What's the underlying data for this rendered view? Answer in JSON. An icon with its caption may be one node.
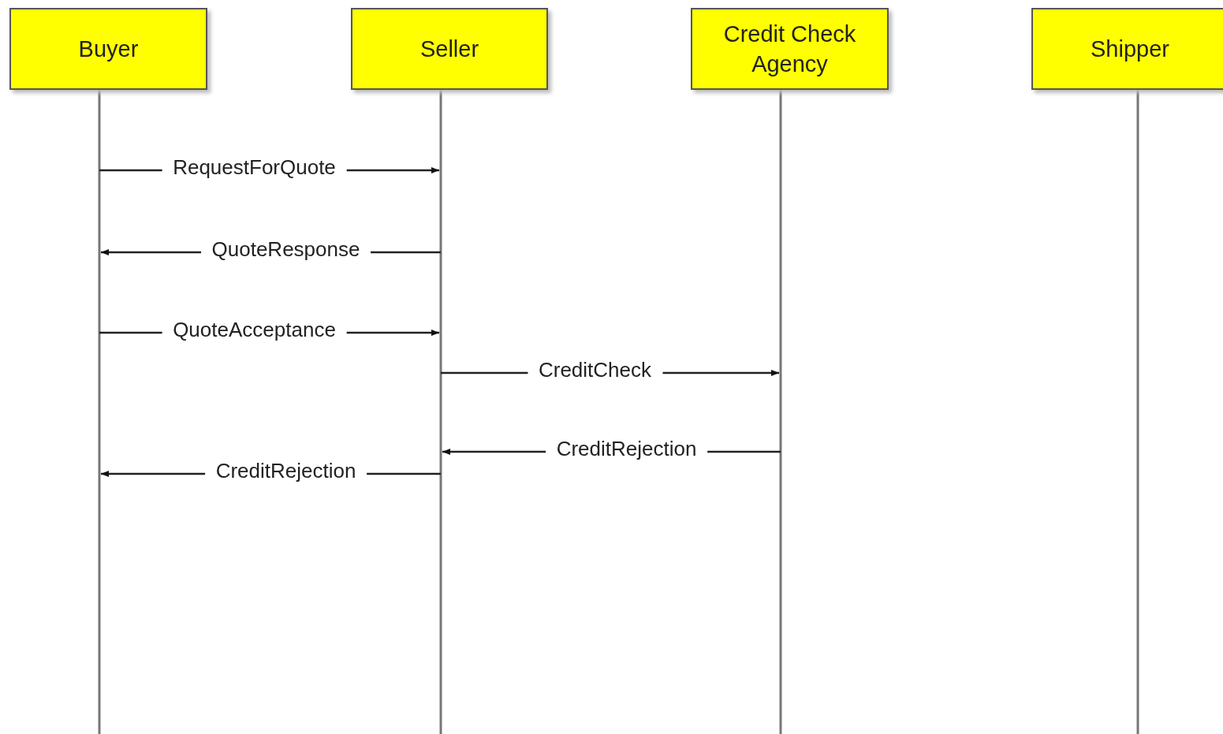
{
  "diagram": {
    "nodes": [
      {
        "text": [
          "Buyer"
        ]
      },
      {
        "text": [
          "Seller"
        ]
      },
      {
        "text": [
          "Credit Check Agency"
        ]
      },
      {
        "text": [
          "Shipper"
        ]
      }
    ],
    "edges": [
      {
        "from": 0,
        "to": 1,
        "arrow": "to",
        "label": "RequestForQuote"
      },
      {
        "from": 1,
        "to": 0,
        "arrow": "to",
        "label": "QuoteResponse"
      },
      {
        "from": 0,
        "to": 1,
        "arrow": "to",
        "label": "QuoteAcceptance"
      },
      {
        "from": 1,
        "to": 2,
        "arrow": "to",
        "label": "CreditCheck"
      },
      {
        "from": 2,
        "to": 1,
        "arrow": "to",
        "label": "CreditRejection"
      },
      {
        "from": 1,
        "to": 0,
        "arrow": "to",
        "label": "CreditRejection"
      }
    ]
  }
}
